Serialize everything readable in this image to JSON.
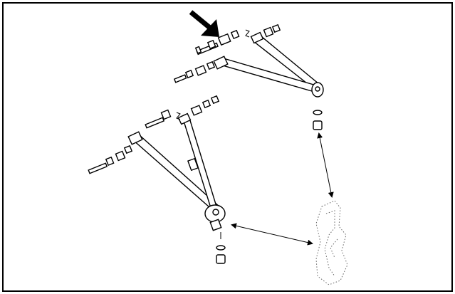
{
  "diagram": {
    "type": "exploded-view illustration",
    "colors": {
      "ink": "#000000",
      "background": "#ffffff",
      "stipple": "#666666"
    },
    "parts": [
      "upper-a-arm",
      "lower-a-arm",
      "upper-front-pivot-hardware",
      "upper-rear-pivot-hardware",
      "lower-front-pivot-hardware",
      "lower-rear-pivot-hardware",
      "upper-ball-joint-washer-nut",
      "lower-ball-joint-washer-nut",
      "spindle-knuckle"
    ],
    "callouts": [
      "indicator-arrow"
    ]
  }
}
